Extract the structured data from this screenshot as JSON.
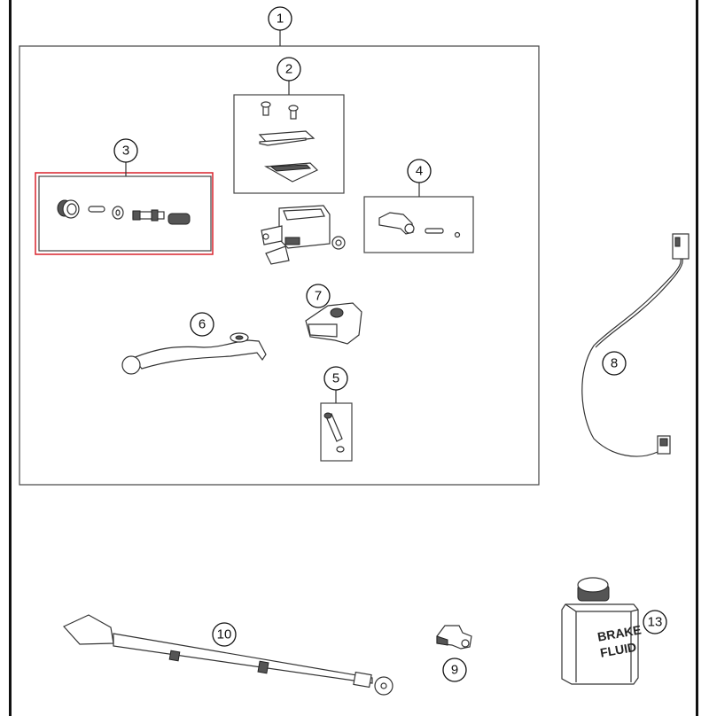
{
  "diagram": {
    "type": "exploded-parts-diagram",
    "subject": "hydraulic clutch master cylinder assembly",
    "highlight_color": "#d9232d",
    "callouts": [
      {
        "id": "1",
        "label": "1"
      },
      {
        "id": "2",
        "label": "2"
      },
      {
        "id": "3",
        "label": "3",
        "highlighted": true
      },
      {
        "id": "4",
        "label": "4"
      },
      {
        "id": "5",
        "label": "5"
      },
      {
        "id": "6",
        "label": "6"
      },
      {
        "id": "7",
        "label": "7"
      },
      {
        "id": "8",
        "label": "8"
      },
      {
        "id": "9",
        "label": "9"
      },
      {
        "id": "10",
        "label": "10"
      },
      {
        "id": "13",
        "label": "13"
      }
    ],
    "fluid_label": {
      "line1": "BRAKE",
      "line2": "FLUID"
    }
  }
}
